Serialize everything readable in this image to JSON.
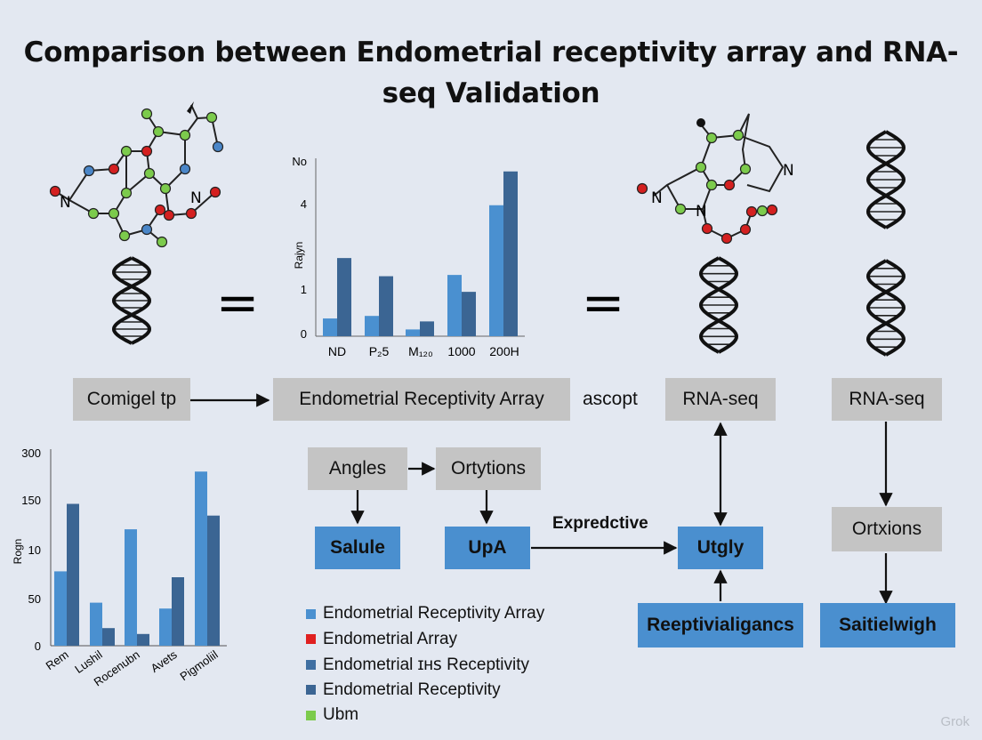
{
  "title": "Comparison between Endometrial receptivity array and RNA-seq Validation",
  "top_chart": {
    "y_ticks": [
      "No",
      "4",
      "1",
      "0"
    ],
    "ylabel": "Rajyn",
    "categories": [
      "ND",
      "P₂5",
      "M₁₂₀",
      "1000",
      "200H"
    ],
    "series": [
      {
        "values": [
          0.42,
          0.48,
          0.16,
          1.45,
          3.1
        ]
      },
      {
        "values": [
          1.85,
          1.42,
          0.35,
          1.05,
          3.9
        ]
      }
    ]
  },
  "bottom_chart": {
    "y_ticks": [
      "300",
      "150",
      "10",
      "50",
      "0"
    ],
    "ylabel": "Rogn",
    "categories": [
      "Rem",
      "Lushil",
      "Rocenubn",
      "Avets",
      "Pigmoliil"
    ],
    "series": [
      {
        "values": [
          76,
          44,
          119,
          38,
          178
        ]
      },
      {
        "values": [
          145,
          18,
          12,
          70,
          133
        ]
      }
    ]
  },
  "equals_sign": "=",
  "boxes": {
    "comigel": "Comigel tp",
    "era": "Endometrial Receptivity Array",
    "ascopt": "ascopt",
    "rnaseq1": "RNA-seq",
    "rnaseq2": "RNA-seq",
    "angles": "Angles",
    "ortytions": "Ortytions",
    "expredctive": "Expredctive",
    "salule": "Salule",
    "upa": "UpA",
    "utgly": "Utgly",
    "ortxions": "Ortxions",
    "reeptivial": "Reeptivialigancs",
    "saitielwigh": "Saitielwigh"
  },
  "legend": [
    {
      "label": "Endometrial Receptivity Array",
      "color": "#4a90d0"
    },
    {
      "label": "Endometrial Array",
      "color": "#e02020"
    },
    {
      "label": "Endometrial ɪʜꜱ Receptivity",
      "color": "#3f6fa2"
    },
    {
      "label": "Endometrial Receptivity",
      "color": "#3b6593"
    },
    {
      "label": "Ubm",
      "color": "#7ccb4c"
    }
  ],
  "colors": {
    "series1": "#4a90d0",
    "series2": "#3b6593",
    "atom_red": "#d42020",
    "atom_green": "#7ccb4c",
    "atom_blue": "#4a86c8"
  },
  "watermark": "Grok"
}
